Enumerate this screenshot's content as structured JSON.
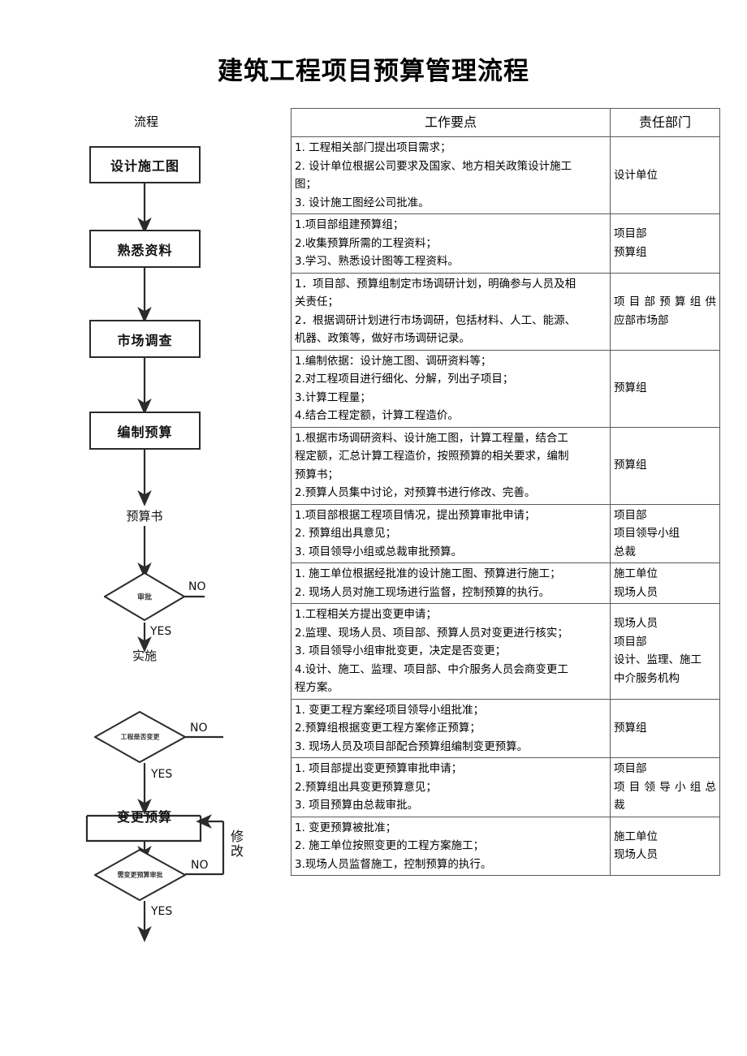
{
  "title": "建筑工程项目预算管理流程",
  "flow_column_header": "流程",
  "flowchart": {
    "nodes": [
      {
        "id": "design",
        "type": "box",
        "label": "设计施工图"
      },
      {
        "id": "familiarize",
        "type": "box",
        "label": "熟悉资料"
      },
      {
        "id": "market-survey",
        "type": "box",
        "label": "市场调查"
      },
      {
        "id": "prepare-budget",
        "type": "box",
        "label": "编制预算"
      },
      {
        "id": "budget-document",
        "type": "plain",
        "label": "预算书"
      },
      {
        "id": "approval",
        "type": "diamond",
        "label": "审批"
      },
      {
        "id": "implement",
        "type": "plain",
        "label": "实施"
      },
      {
        "id": "change-decision",
        "type": "diamond",
        "label": "工程是否变更"
      },
      {
        "id": "change-budget",
        "type": "box-flat",
        "label": "变更预算"
      },
      {
        "id": "change-approval",
        "type": "diamond",
        "label": "需变更预算审批"
      }
    ],
    "edge_labels": {
      "approval_no": "NO",
      "approval_yes": "YES",
      "change_no": "NO",
      "change_yes": "YES",
      "revise": "修改",
      "change_approval_no": "NO",
      "change_approval_yes": "YES"
    }
  },
  "table": {
    "headers": [
      "工作要点",
      "责任部门"
    ],
    "rows": [
      {
        "points": [
          "1. 工程相关部门提出项目需求；",
          "2. 设计单位根据公司要求及国家、地方相关政策设计施工",
          "图；",
          "3. 设计施工图经公司批准。"
        ],
        "dept": [
          "设计单位"
        ]
      },
      {
        "points": [
          "1.项目部组建预算组；",
          "2.收集预算所需的工程资料；",
          "3.学习、熟悉设计图等工程资料。"
        ],
        "dept": [
          "项目部",
          "预算组"
        ]
      },
      {
        "points": [
          "1．项目部、预算组制定市场调研计划，明确参与人员及相",
          "关责任；",
          "2．根据调研计划进行市场调研，包括材料、人工、能源、",
          "机器、政策等，做好市场调研记录。"
        ],
        "dept": [
          "项目部预算组供",
          "应部市场部"
        ]
      },
      {
        "points": [
          "1.编制依据：设计施工图、调研资料等；",
          "2.对工程项目进行细化、分解，列出子项目；",
          "3.计算工程量；",
          "4.结合工程定额，计算工程造价。"
        ],
        "dept": [
          "预算组"
        ]
      },
      {
        "points": [
          "1.根据市场调研资料、设计施工图，计算工程量，结合工",
          "程定额，汇总计算工程造价，按照预算的相关要求，编制",
          "预算书；",
          "2.预算人员集中讨论，对预算书进行修改、完善。"
        ],
        "dept": [
          "预算组"
        ]
      },
      {
        "points": [
          "1.项目部根据工程项目情况，提出预算审批申请；",
          "2. 预算组出具意见；",
          "3. 项目领导小组或总裁审批预算。"
        ],
        "dept": [
          "项目部",
          "项目领导小组",
          "总裁"
        ]
      },
      {
        "points": [
          "1. 施工单位根据经批准的设计施工图、预算进行施工；",
          "2. 现场人员对施工现场进行监督，控制预算的执行。"
        ],
        "dept": [
          "施工单位",
          "现场人员"
        ]
      },
      {
        "points": [
          "1.工程相关方提出变更申请；",
          "2.监理、现场人员、项目部、预算人员对变更进行核实；",
          "3. 项目领导小组审批变更，决定是否变更；",
          "4.设计、施工、监理、项目部、中介服务人员会商变更工",
          "程方案。"
        ],
        "dept": [
          "现场人员",
          "项目部",
          "设计、监理、施工",
          "中介服务机构"
        ]
      },
      {
        "points": [
          "1. 变更工程方案经项目领导小组批准；",
          "2.预算组根据变更工程方案修正预算；",
          "3. 现场人员及项目部配合预算组编制变更预算。"
        ],
        "dept": [
          "预算组"
        ]
      },
      {
        "points": [
          "1. 项目部提出变更预算审批申请；",
          "2.预算组出具变更预算意见；",
          "3. 项目预算由总裁审批。"
        ],
        "dept": [
          "项目部",
          "项目领导小组总",
          "裁"
        ]
      },
      {
        "points": [
          "1. 变更预算被批准；",
          "2. 施工单位按照变更的工程方案施工；",
          "3.现场人员监督施工，控制预算的执行。"
        ],
        "dept": [
          "施工单位",
          "现场人员"
        ]
      }
    ]
  },
  "colors": {
    "line": "#2b2b2b",
    "table_border": "#5a5a5a",
    "text": "#000000"
  }
}
